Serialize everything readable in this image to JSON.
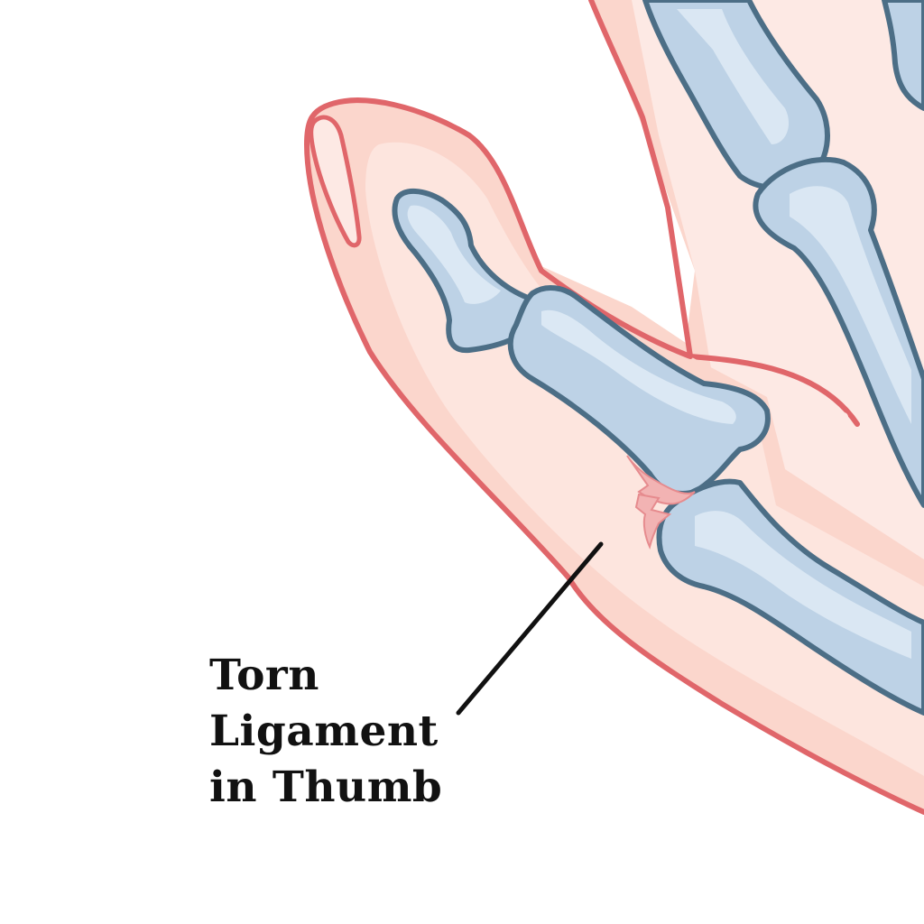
{
  "annotation": {
    "lines": [
      "Torn",
      "Ligament",
      "in Thumb"
    ]
  },
  "colors": {
    "background": "#ffffff",
    "skin_fill": "#fbd6cc",
    "skin_light": "#fde9e4",
    "skin_outline": "#e0666a",
    "bone_fill": "#bdd2e6",
    "bone_highlight": "#e1ecf6",
    "bone_outline": "#4c6e86",
    "ligament_tear": "#e68b8e",
    "leader_line": "#111111"
  },
  "icons": [
    "hand-skin-outline",
    "thumb-bones",
    "finger-bones",
    "ligament-tear"
  ]
}
